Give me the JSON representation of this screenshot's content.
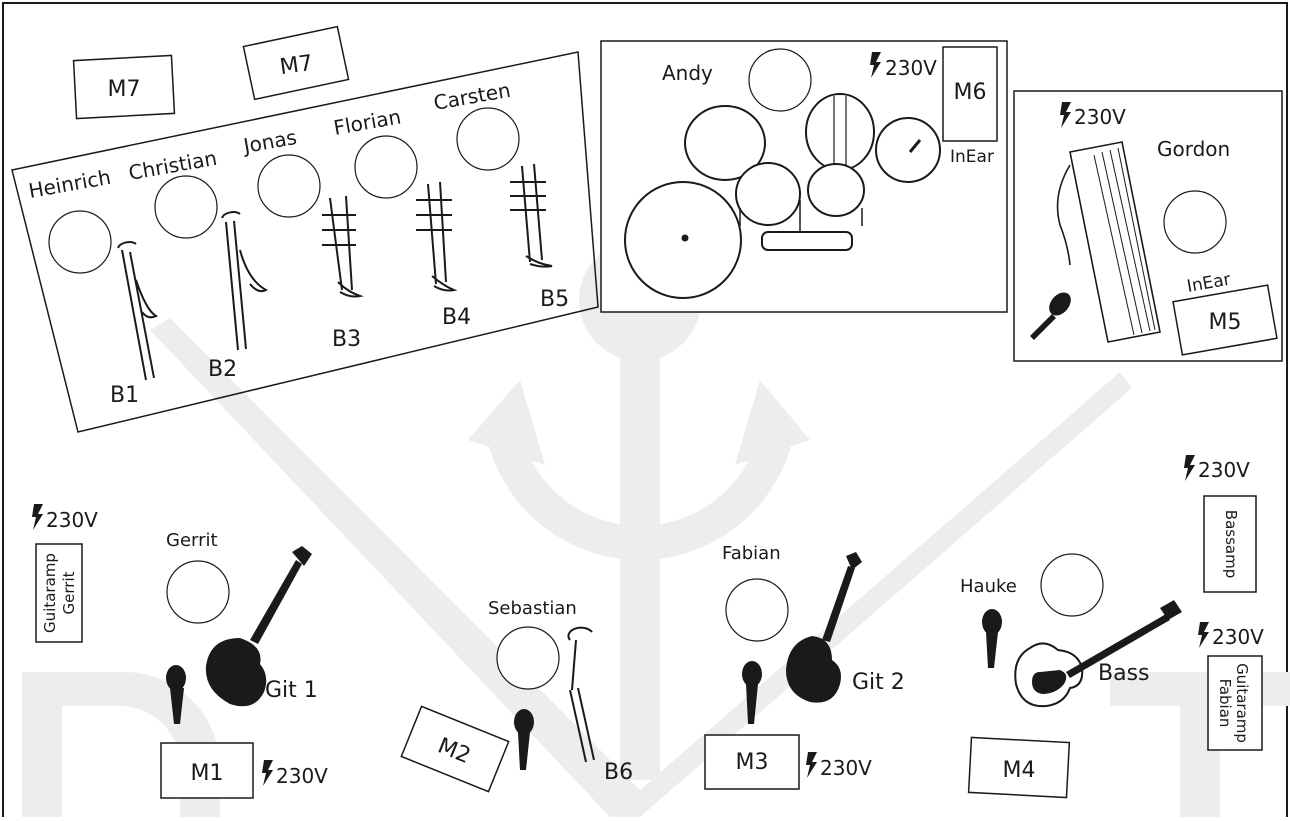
{
  "colors": {
    "ink": "#1a1a1a",
    "watermark": "#ededed",
    "background": "#ffffff"
  },
  "monitors": {
    "m7a": "M7",
    "m7b": "M7",
    "m6": "M6",
    "m5": "M5",
    "m1": "M1",
    "m2": "M2",
    "m3": "M3",
    "m4": "M4"
  },
  "inear": {
    "drums": "InEar",
    "keys": "InEar"
  },
  "power": {
    "label": "230V"
  },
  "horns": {
    "musicians": [
      "Heinrich",
      "Christian",
      "Jonas",
      "Florian",
      "Carsten"
    ],
    "instruments": [
      "B1",
      "B2",
      "B3",
      "B4",
      "B5"
    ]
  },
  "drums": {
    "musician": "Andy"
  },
  "keys": {
    "musician": "Gordon"
  },
  "front": {
    "gerrit": "Gerrit",
    "sebastian": "Sebastian",
    "fabian": "Fabian",
    "hauke": "Hauke",
    "git1": "Git 1",
    "git2": "Git 2",
    "bass": "Bass",
    "b6": "B6"
  },
  "amps": {
    "guitar_gerrit": [
      "Guitaramp",
      "Gerrit"
    ],
    "bass": "Bassamp",
    "guitar_fabian": [
      "Guitaramp",
      "Fabian"
    ]
  },
  "icons": [
    "lightning-icon",
    "trombone-icon",
    "trumpet-icon",
    "drum-kit-icon",
    "keyboard-icon",
    "microphone-icon",
    "electric-guitar-icon",
    "bass-guitar-icon",
    "anchor-watermark"
  ]
}
